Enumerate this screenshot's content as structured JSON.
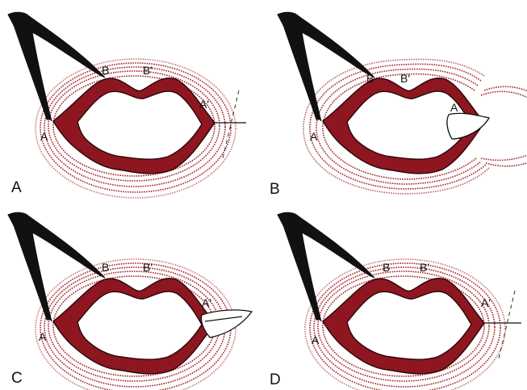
{
  "panels": [
    {
      "letter": "A",
      "labels": {
        "a": "A",
        "b": "B",
        "b_prime": "B'",
        "a_prime": "A'"
      }
    },
    {
      "letter": "B",
      "labels": {
        "a": "A",
        "b": "B",
        "b_prime": "B'",
        "a_prime": "A'"
      }
    },
    {
      "letter": "C",
      "labels": {
        "a": "A",
        "b": "B",
        "b_prime": "B'",
        "a_prime": "A'"
      }
    },
    {
      "letter": "D",
      "labels": {
        "a": "A",
        "b": "B",
        "b_prime": "B'",
        "a_prime": "A'"
      }
    }
  ],
  "colors": {
    "lip": "#8e1620",
    "muscle": "#a3262c",
    "ink": "#111111",
    "background": "#ffffff"
  }
}
